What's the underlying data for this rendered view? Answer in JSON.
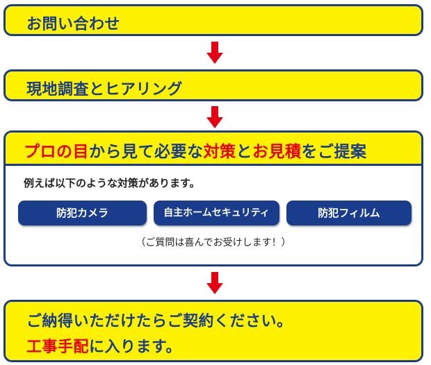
{
  "steps": {
    "inquiry": "お問い合わせ",
    "survey": "現地調査とヒアリング",
    "proposal": {
      "parts": [
        "プロの目",
        "から見て必要な",
        "対策",
        "と",
        "お見積",
        "をご提案"
      ],
      "intro": "例えば以下のような対策があります。",
      "options": [
        "防犯カメラ",
        "自主ホームセキュリティ",
        "防犯フィルム"
      ],
      "note": "（ご質問は喜んでお受けします！）"
    },
    "contract": {
      "line1": "ご納得いただけたらご契約ください。",
      "line2_red": "工事手配",
      "line2_rest": "に入ります。"
    }
  },
  "colors": {
    "yellow": "#fff200",
    "navy": "#1a3c8c",
    "red": "#e60012"
  }
}
